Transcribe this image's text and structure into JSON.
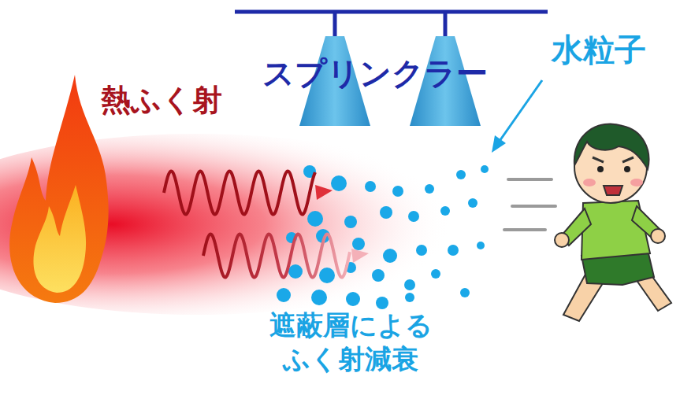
{
  "diagram": {
    "labels": [
      "熱ふく射",
      "スプリンクラー",
      "水粒子",
      "遮蔽層による ふく射減衰"
    ]
  }
}
